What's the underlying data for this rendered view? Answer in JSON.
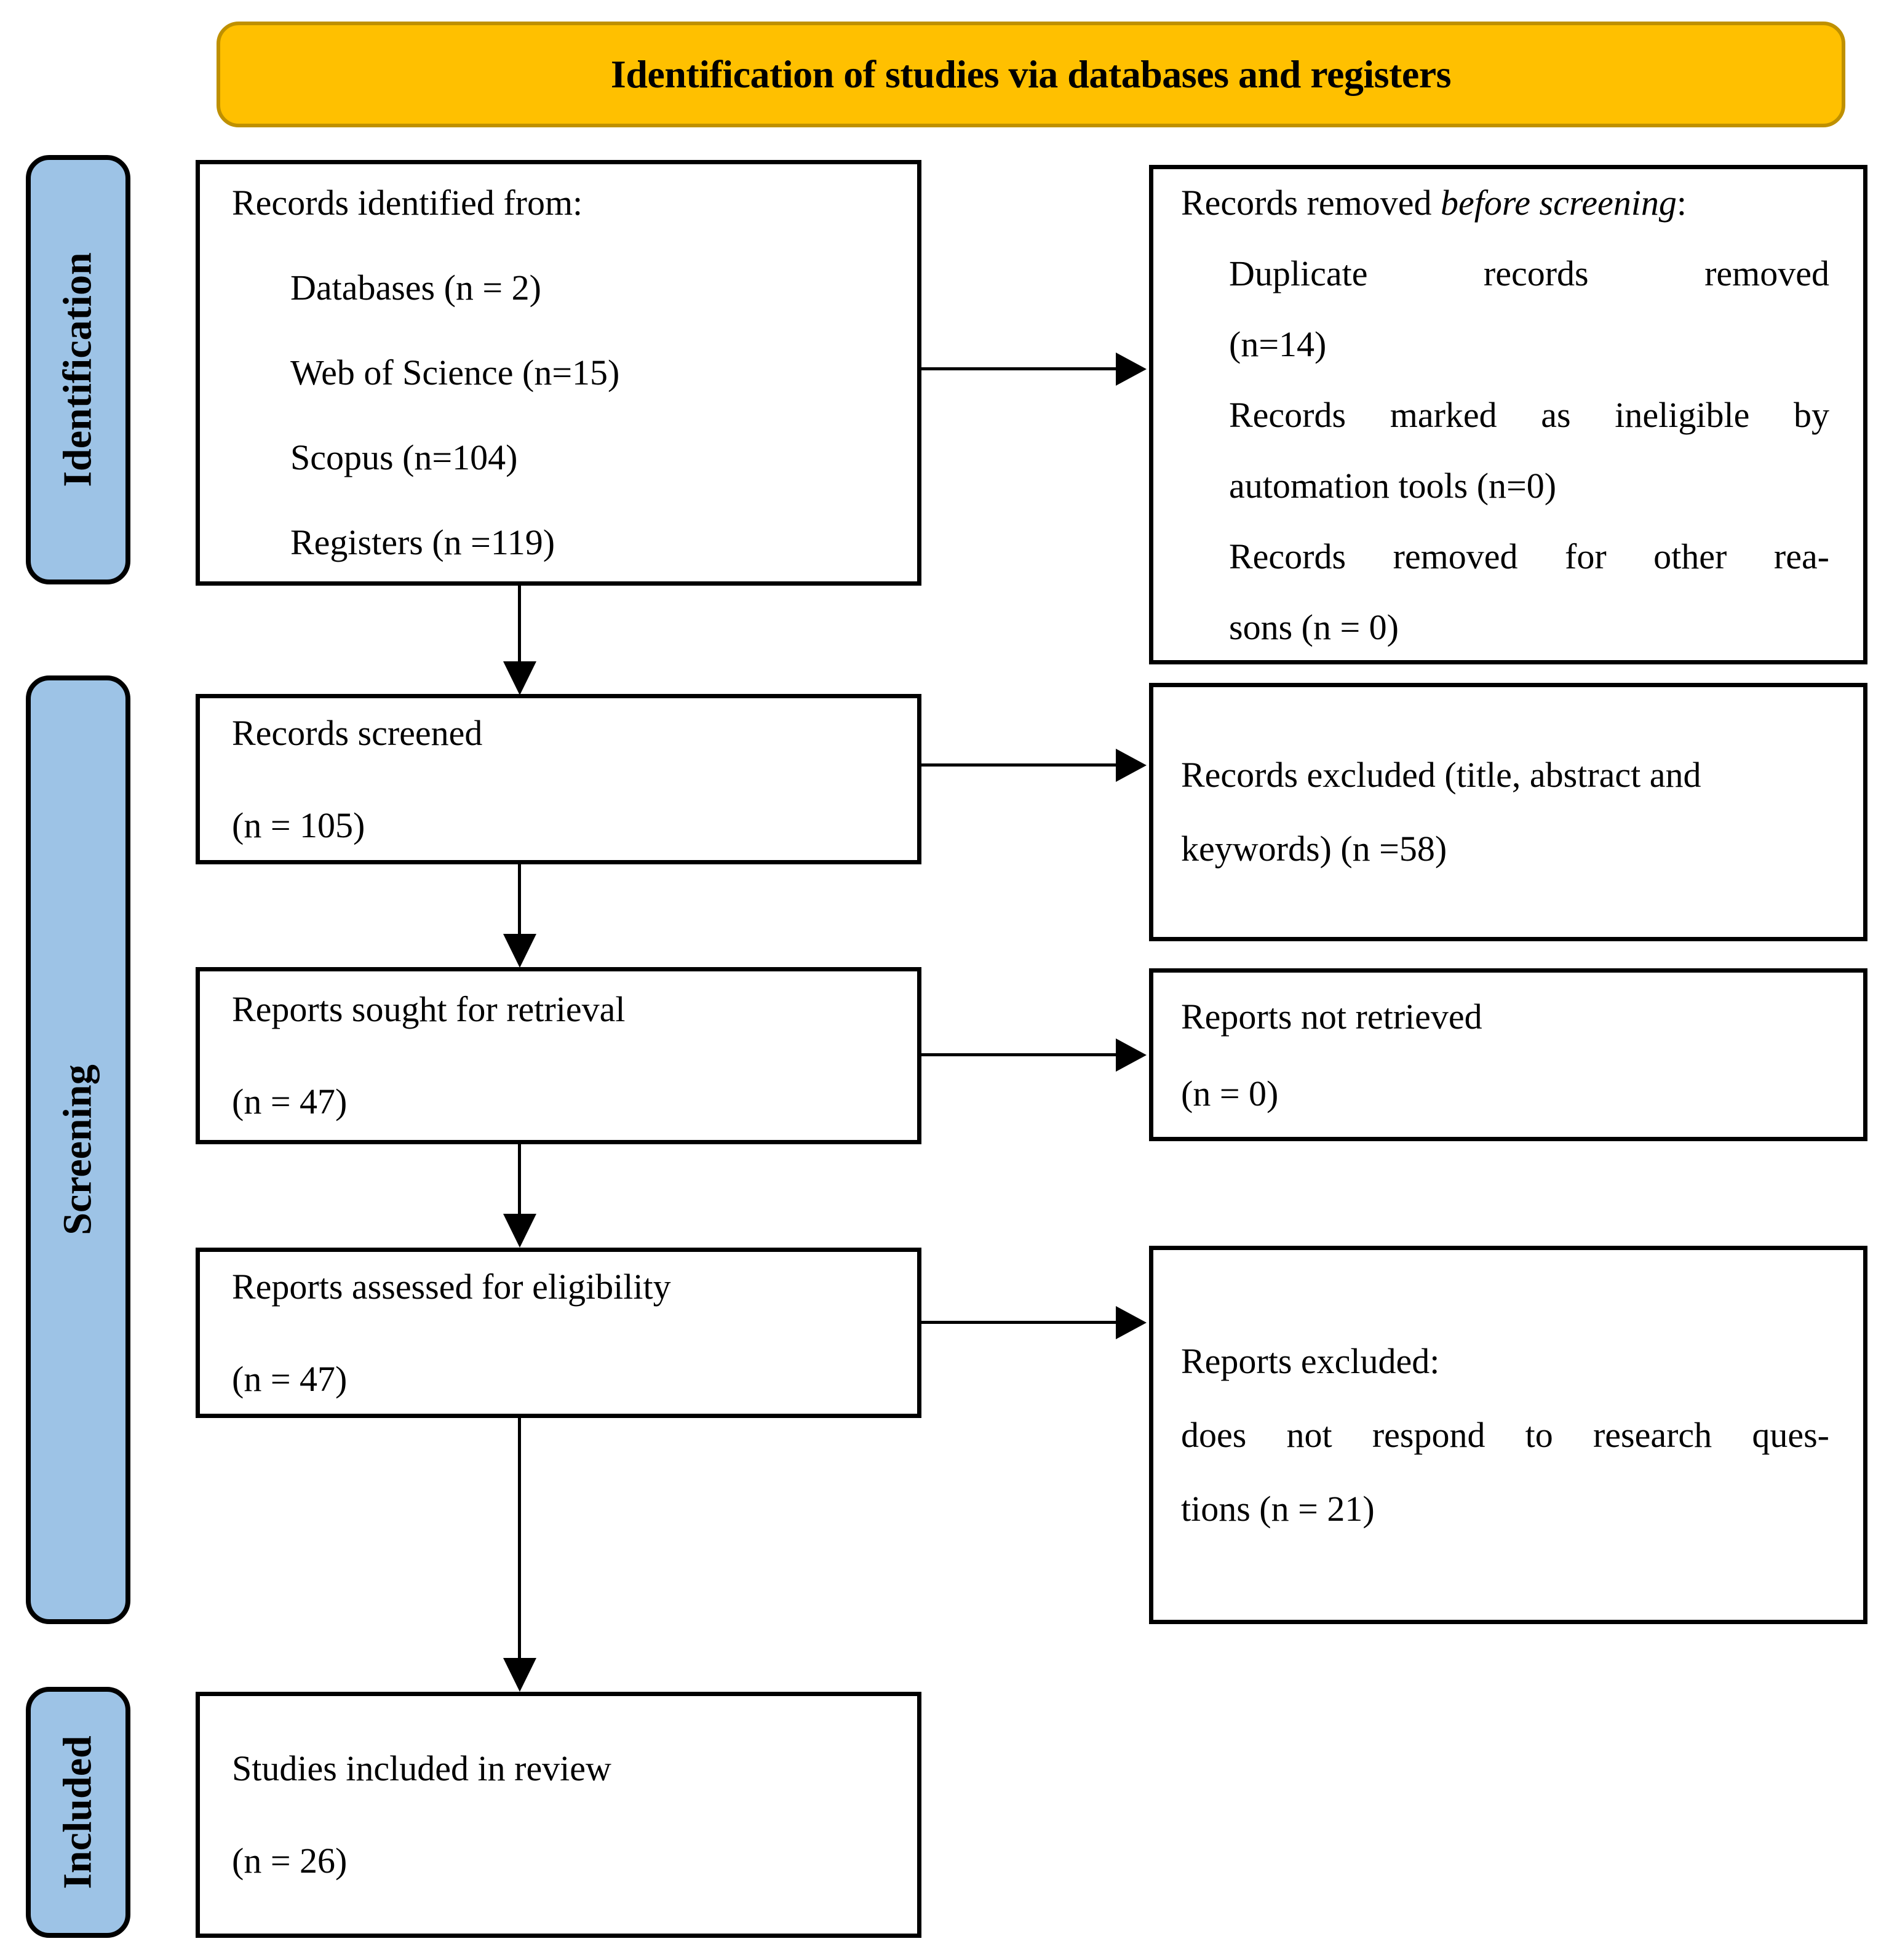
{
  "banner": {
    "title": "Identification of studies via databases and registers"
  },
  "sidebar": {
    "identification": "Identification",
    "screening": "Screening",
    "included": "Included"
  },
  "boxes": {
    "identified": {
      "lines": [
        "Records identified from:",
        "Databases (n = 2)",
        "Web of Science (n=15)",
        "Scopus (n=104)",
        "Registers (n =119)"
      ]
    },
    "removed_before_screening": {
      "title": {
        "prefix": "Records removed ",
        "italic": "before screening",
        "suffix": ":"
      },
      "lines": [
        "Duplicate records removed",
        "(n=14)",
        "Records marked as ineligible by",
        "automation tools (n=0)",
        "Records removed for other rea-",
        "sons (n = 0)"
      ]
    },
    "screened": {
      "lines": [
        "Records screened",
        "(n = 105)"
      ]
    },
    "excluded_title_abstract": {
      "lines": [
        "Records excluded (title, abstract and",
        "keywords) (n =58)"
      ]
    },
    "sought": {
      "lines": [
        "Reports sought for retrieval",
        "(n = 47)"
      ]
    },
    "not_retrieved": {
      "lines": [
        "Reports not retrieved",
        "(n = 0)"
      ]
    },
    "assessed": {
      "lines": [
        "Reports assessed for eligibility",
        "(n = 47)"
      ]
    },
    "reports_excluded": {
      "lines": [
        "Reports excluded:",
        "does not respond to research ques-",
        "tions (n = 21)"
      ]
    },
    "included_studies": {
      "lines": [
        "Studies included in review",
        "(n = 26)"
      ]
    }
  },
  "colors": {
    "banner_fill": "#FFC000",
    "banner_border": "#BF9000",
    "sidebar_fill": "#9DC3E6",
    "outline": "#000000",
    "text": "#000000",
    "background": "#FFFFFF"
  }
}
